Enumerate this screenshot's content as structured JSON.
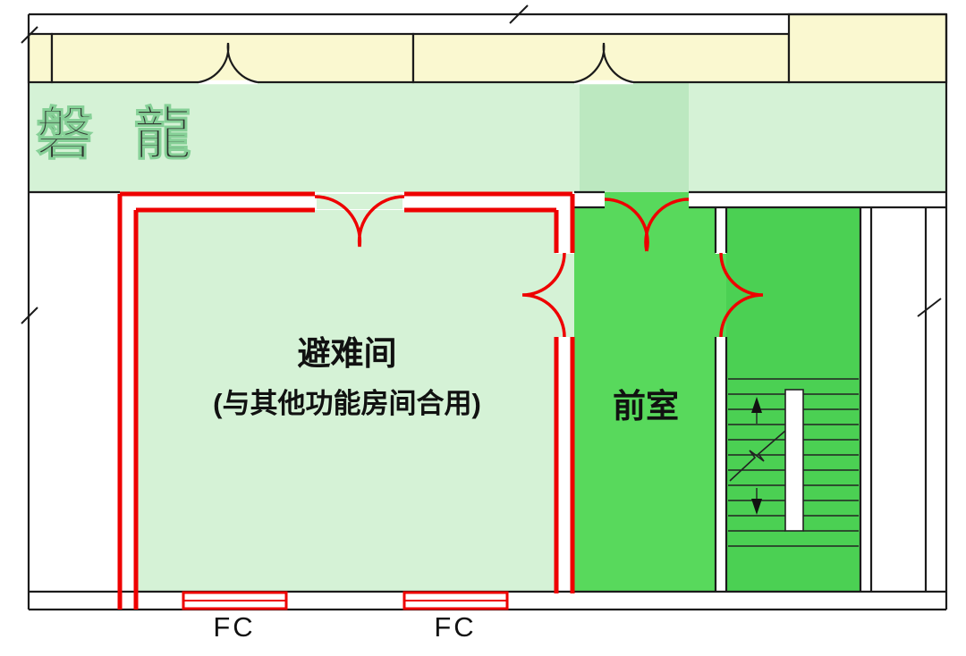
{
  "plan": {
    "watermark": "磐 龍",
    "refuge_room": {
      "label": "避难间",
      "sublabel": "(与其他功能房间合用)"
    },
    "anteroom": {
      "label": "前室"
    },
    "fire_windows": [
      {
        "label": "FC"
      },
      {
        "label": "FC"
      }
    ],
    "colors": {
      "room_fill": "#FAF8D0",
      "corridor_fill": "#D5F2D6",
      "path_fill": "#BCE8C0",
      "anteroom_fill": "#58D95C",
      "stair_fill": "#4BD053",
      "fire_line": "#EE0000",
      "wall_line": "#1B1B1B"
    }
  }
}
